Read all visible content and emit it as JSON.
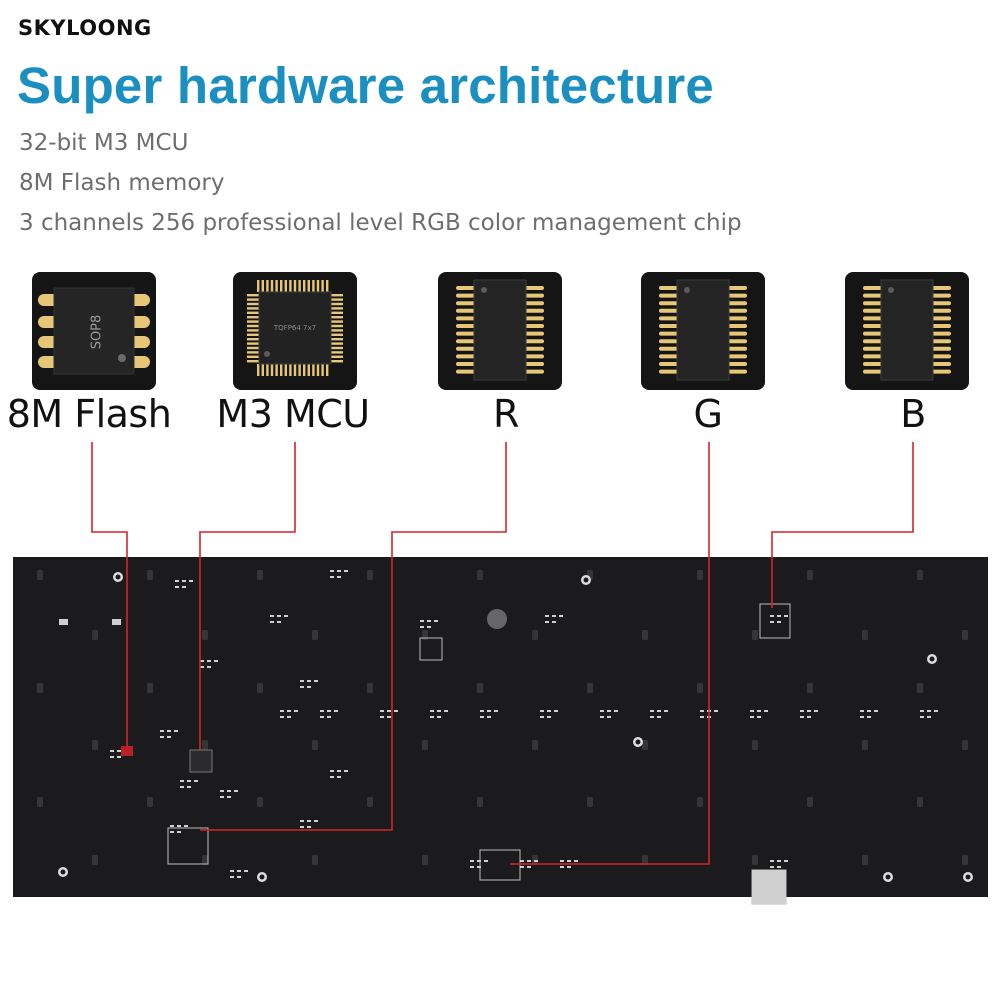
{
  "brand": {
    "logo_text": "SKYLOONG"
  },
  "headline": "Super hardware architecture",
  "features": [
    "32-bit M3 MCU",
    "8M Flash memory",
    "3 channels 256 professional level RGB color management chip"
  ],
  "chips": [
    {
      "label": "8M Flash",
      "package": "SOP8"
    },
    {
      "label": "M3 MCU",
      "package": "TQFP64 7x7"
    },
    {
      "label": "R"
    },
    {
      "label": "G"
    },
    {
      "label": "B"
    }
  ],
  "colors": {
    "headline": "#1a8fc0",
    "feature_text": "#6e6e6e",
    "chip_tile": "#151515",
    "pcb": "#1b1b1d",
    "callout_line": "#d4242a",
    "pad_gold": "#e6c777"
  }
}
